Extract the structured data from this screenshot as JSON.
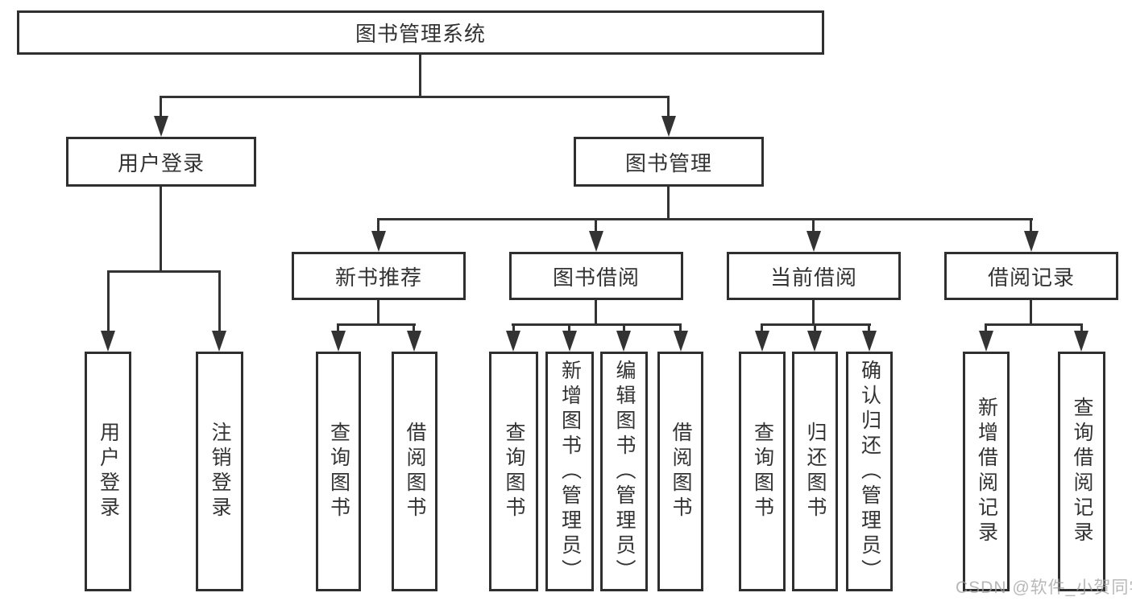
{
  "diagram_title": "图书管理系统",
  "watermark": "CSDN @软件_小贺同学",
  "colors": {
    "line": "#333333",
    "box_border": "#2f2f2f",
    "text": "#333333",
    "watermark": "#a0a0a0",
    "background": "#ffffff"
  },
  "nodes": {
    "root": "图书管理系统",
    "user_login": "用户登录",
    "book_mgmt": "图书管理",
    "new_book_rec": "新书推荐",
    "book_borrow": "图书借阅",
    "current_borrow": "当前借阅",
    "borrow_records": "借阅记录",
    "leaf_user_login": "用户登录",
    "leaf_logout": "注销登录",
    "leaf_query_book_1": "查询图书",
    "leaf_borrow_book_1": "借阅图书",
    "leaf_query_book_2": "查询图书",
    "leaf_add_book_admin": "新增图书（管理员）",
    "leaf_edit_book_admin": "编辑图书（管理员）",
    "leaf_borrow_book_2": "借阅图书",
    "leaf_query_book_3": "查询图书",
    "leaf_return_book": "归还图书",
    "leaf_confirm_return_admin": "确认归还（管理员）",
    "leaf_add_borrow_record": "新增借阅记录",
    "leaf_query_borrow_record": "查询借阅记录"
  }
}
